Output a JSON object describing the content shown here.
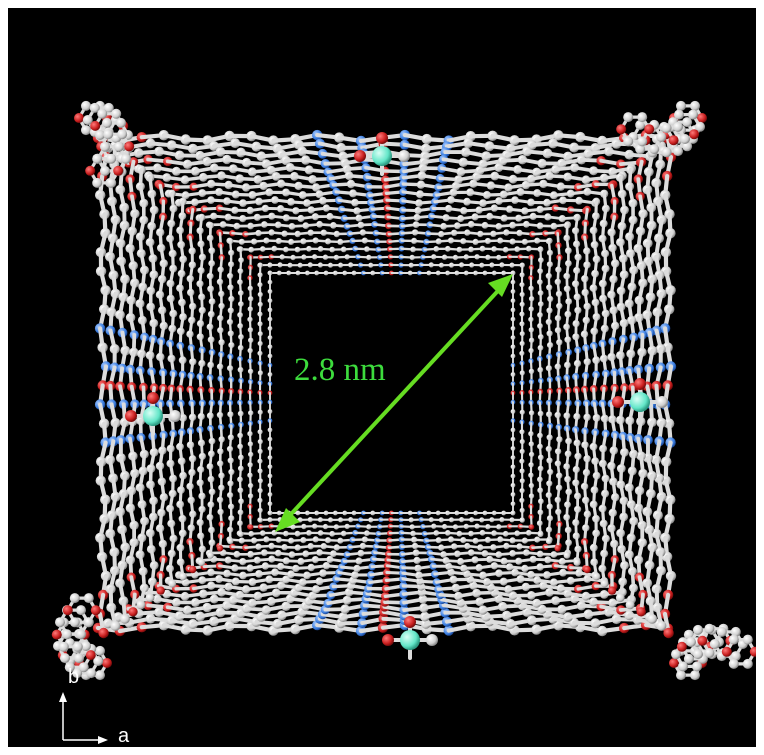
{
  "figure": {
    "pore_dimension_label": "2.8 nm",
    "axis_labels": {
      "b": "b",
      "a": "a"
    },
    "colors": {
      "background": "#000000",
      "carbon": "#d8d8d8",
      "oxygen": "#c81e1e",
      "nitrogen": "#3d7fe0",
      "metal": "#63e6c8",
      "arrow": "#66dd22"
    },
    "icons": [
      "double-headed-arrow-icon",
      "axis-triad-icon"
    ]
  }
}
